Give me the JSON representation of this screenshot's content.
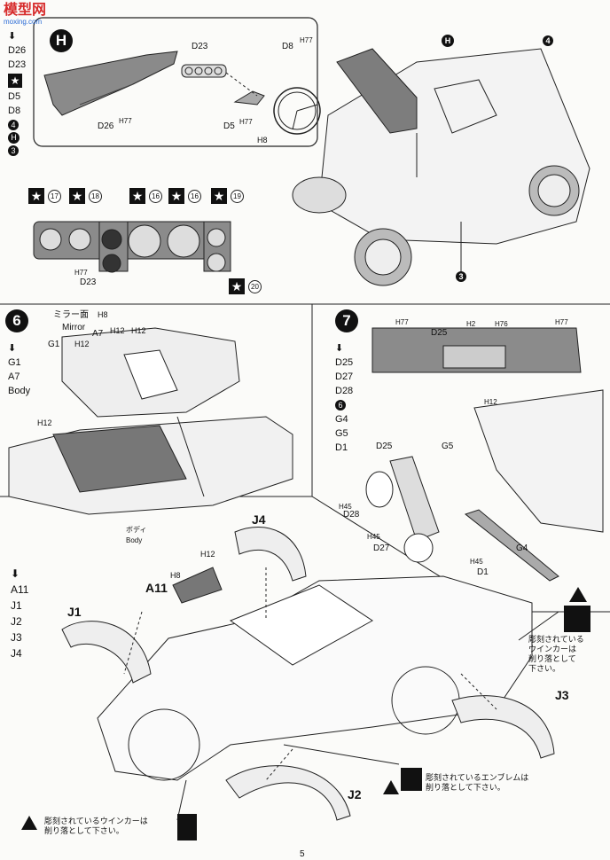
{
  "header": {
    "logo": "模型网",
    "logo_url": "moxing.com"
  },
  "steps": [
    {
      "symbol": "H"
    },
    {
      "number": "6"
    },
    {
      "number": "7"
    }
  ],
  "step_h": {
    "parts": [
      "D26",
      "D23",
      "★",
      "D5",
      "D8",
      "4",
      "H",
      "3"
    ],
    "labels": {
      "d23": "D23",
      "d8": "D8",
      "h77a": "H77",
      "d26": "D26",
      "h77b": "H77",
      "d5": "D5",
      "h77c": "H77",
      "h8": "H8"
    },
    "callouts": {
      "h": "H",
      "four": "4",
      "three": "3"
    },
    "decals": {
      "n17": "17",
      "n18": "18",
      "n16a": "16",
      "n16b": "16",
      "n19": "19",
      "n20": "20",
      "h77": "H77",
      "d23": "D23"
    }
  },
  "step6": {
    "parts": [
      "G1",
      "A7",
      "Body"
    ],
    "labels": {
      "mirror_jp": "ミラー面",
      "h8": "H8",
      "mirror": "Mirror",
      "a7": "A7",
      "h12a": "H12",
      "h12b": "H12",
      "g1": "G1",
      "h12c": "H12",
      "h12d": "H12",
      "body_jp": "ボディ",
      "body": "Body"
    }
  },
  "step7": {
    "parts": [
      "D25",
      "D27",
      "D28",
      "6",
      "G4",
      "G5",
      "D1"
    ],
    "labels": {
      "h77a": "H77",
      "d25a": "D25",
      "h2": "H2",
      "h76": "H76",
      "h77b": "H77",
      "h12": "H12",
      "d25b": "D25",
      "g5": "G5",
      "h45a": "H45",
      "d28": "D28",
      "h45b": "H45",
      "d27": "D27",
      "g4": "G4",
      "h45c": "H45",
      "d1": "D1"
    }
  },
  "step8": {
    "parts": [
      "A11",
      "J1",
      "J2",
      "J3",
      "J4"
    ],
    "labels": {
      "j4": "J4",
      "h8": "H8",
      "h12": "H12",
      "a11": "A11",
      "j1": "J1",
      "j2": "J2",
      "j3": "J3"
    }
  },
  "warnings": {
    "turn_signal_right": "彫刻されている\nウインカーは\n削り落として\n下さい。",
    "emblem": "彫刻されているエンブレムは\n削り落として下さい。",
    "turn_signal_left": "彫刻されているウインカーは\n削り落として下さい。"
  },
  "page_number": "5"
}
